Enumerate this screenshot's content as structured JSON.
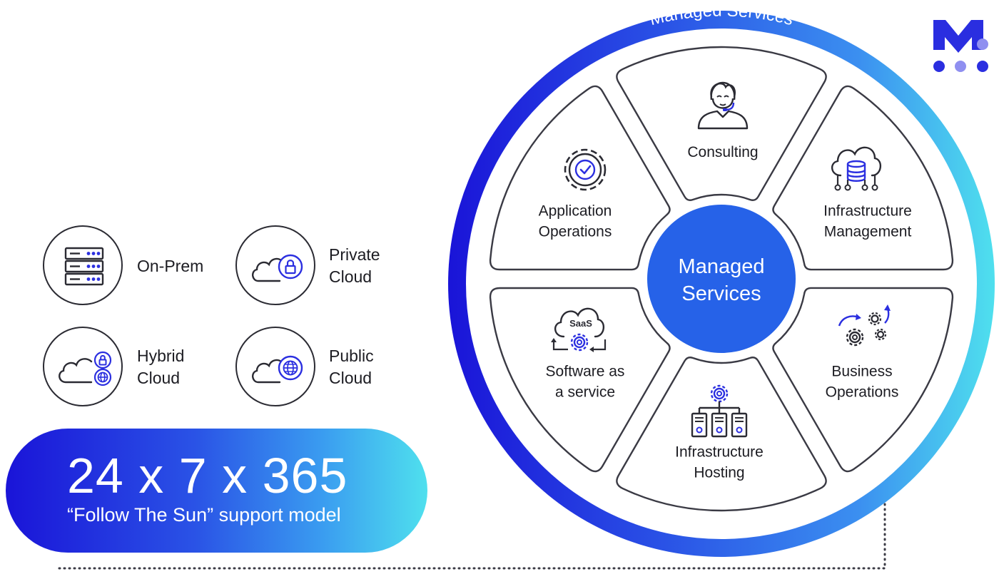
{
  "ring": {
    "label": "Managed Services",
    "gradient": [
      "#1a14d8",
      "#2a53e6",
      "#3b8ff0",
      "#4fe0ee"
    ]
  },
  "hub": {
    "line1": "Managed",
    "line2": "Services",
    "color": "#2662e8"
  },
  "segments": [
    {
      "lines": [
        "Consulting"
      ],
      "icon": "headset-agent-icon"
    },
    {
      "lines": [
        "Infrastructure",
        "Management"
      ],
      "icon": "cloud-database-icon"
    },
    {
      "lines": [
        "Business",
        "Operations"
      ],
      "icon": "gears-cycle-icon"
    },
    {
      "lines": [
        "Infrastructure",
        "Hosting"
      ],
      "icon": "server-network-icon"
    },
    {
      "lines": [
        "Software as",
        "a service"
      ],
      "icon": "saas-cloud-icon",
      "badge": "SaaS"
    },
    {
      "lines": [
        "Application",
        "Operations"
      ],
      "icon": "gear-check-icon"
    }
  ],
  "deployment": [
    {
      "lines": [
        "On-Prem"
      ],
      "icon": "server-rack-icon"
    },
    {
      "lines": [
        "Private",
        "Cloud"
      ],
      "icon": "cloud-lock-icon"
    },
    {
      "lines": [
        "Hybrid",
        "Cloud"
      ],
      "icon": "cloud-lock-globe-icon"
    },
    {
      "lines": [
        "Public",
        "Cloud"
      ],
      "icon": "cloud-globe-icon"
    }
  ],
  "support": {
    "hours": "24 x 7 x 365",
    "model": "“Follow The Sun” support model"
  },
  "colors": {
    "accent": "#2b2fe0",
    "dark": "#2b2b33",
    "logo_dark": "#2a2ee0",
    "logo_light": "#8f8ff0"
  }
}
